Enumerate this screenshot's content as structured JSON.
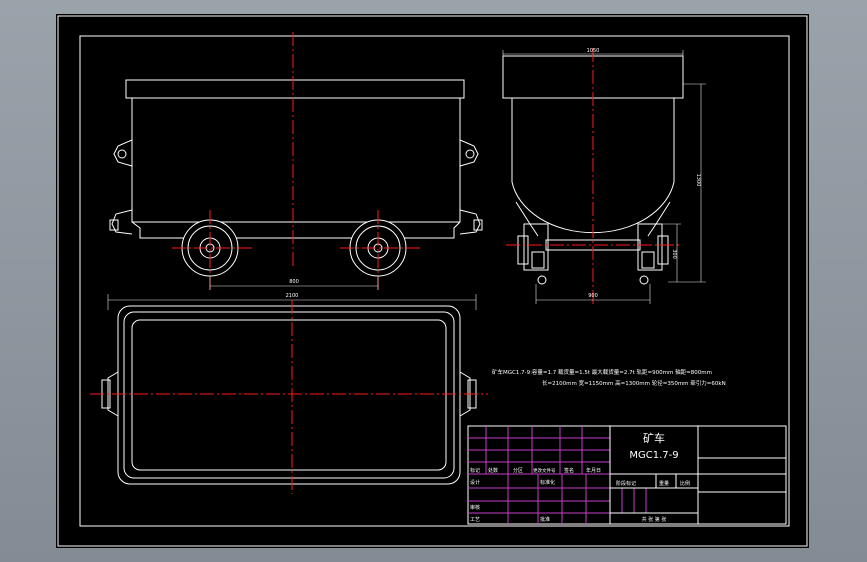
{
  "view": {
    "title": "矿车",
    "model": "MGC1.7-9"
  },
  "dimensions": {
    "top_width": "1050",
    "height_right": "1300",
    "wheel_height": "300",
    "track_gauge": "900",
    "wheelbase": "800",
    "length": "2100"
  },
  "specs": {
    "line1": "矿车MGC1.7-9:容量=1.7  载货量=1.5t  最大载货量=2.7t 轨距=900mm 轴距=800mm",
    "line2": "长=2100mm 宽=1150mm 高=1300mm 轮径=350mm 牵引力=60kN"
  },
  "title_block": {
    "labels": {
      "mark": "标记",
      "count": "处数",
      "zone": "分区",
      "change_doc": "更改文件号",
      "sign": "签名",
      "date": "年月日",
      "design": "设计",
      "standardize": "标准化",
      "review": "审核",
      "process": "工艺",
      "approve": "批准",
      "stage_mark": "阶段标记",
      "weight": "重量",
      "scale": "比例",
      "sheets": "共  张  第  张"
    }
  },
  "colors": {
    "background": "#000000",
    "outline": "#ffffff",
    "centerline": "#ff1a1a",
    "table_grid": "#c83cc8"
  }
}
